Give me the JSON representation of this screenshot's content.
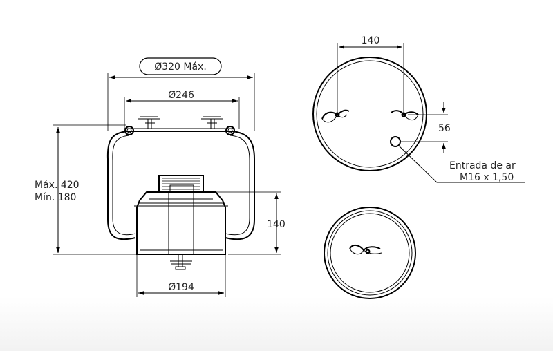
{
  "dimensions": {
    "max_diameter": "Ø320 Máx.",
    "top_plate": "Ø246",
    "piston": "Ø194",
    "max_height": "Máx. 420",
    "min_height": "Mín. 180",
    "piston_height": "140",
    "stud_spacing": "140",
    "inlet_offset": "56"
  },
  "callout": {
    "line1": "Entrada de ar",
    "line2": "M16 x 1,50"
  },
  "icons": [
    "diameter-symbol",
    "arrowhead"
  ],
  "colors": {
    "line": "#000000",
    "text": "#222222",
    "floor": "#f2f2f2"
  }
}
